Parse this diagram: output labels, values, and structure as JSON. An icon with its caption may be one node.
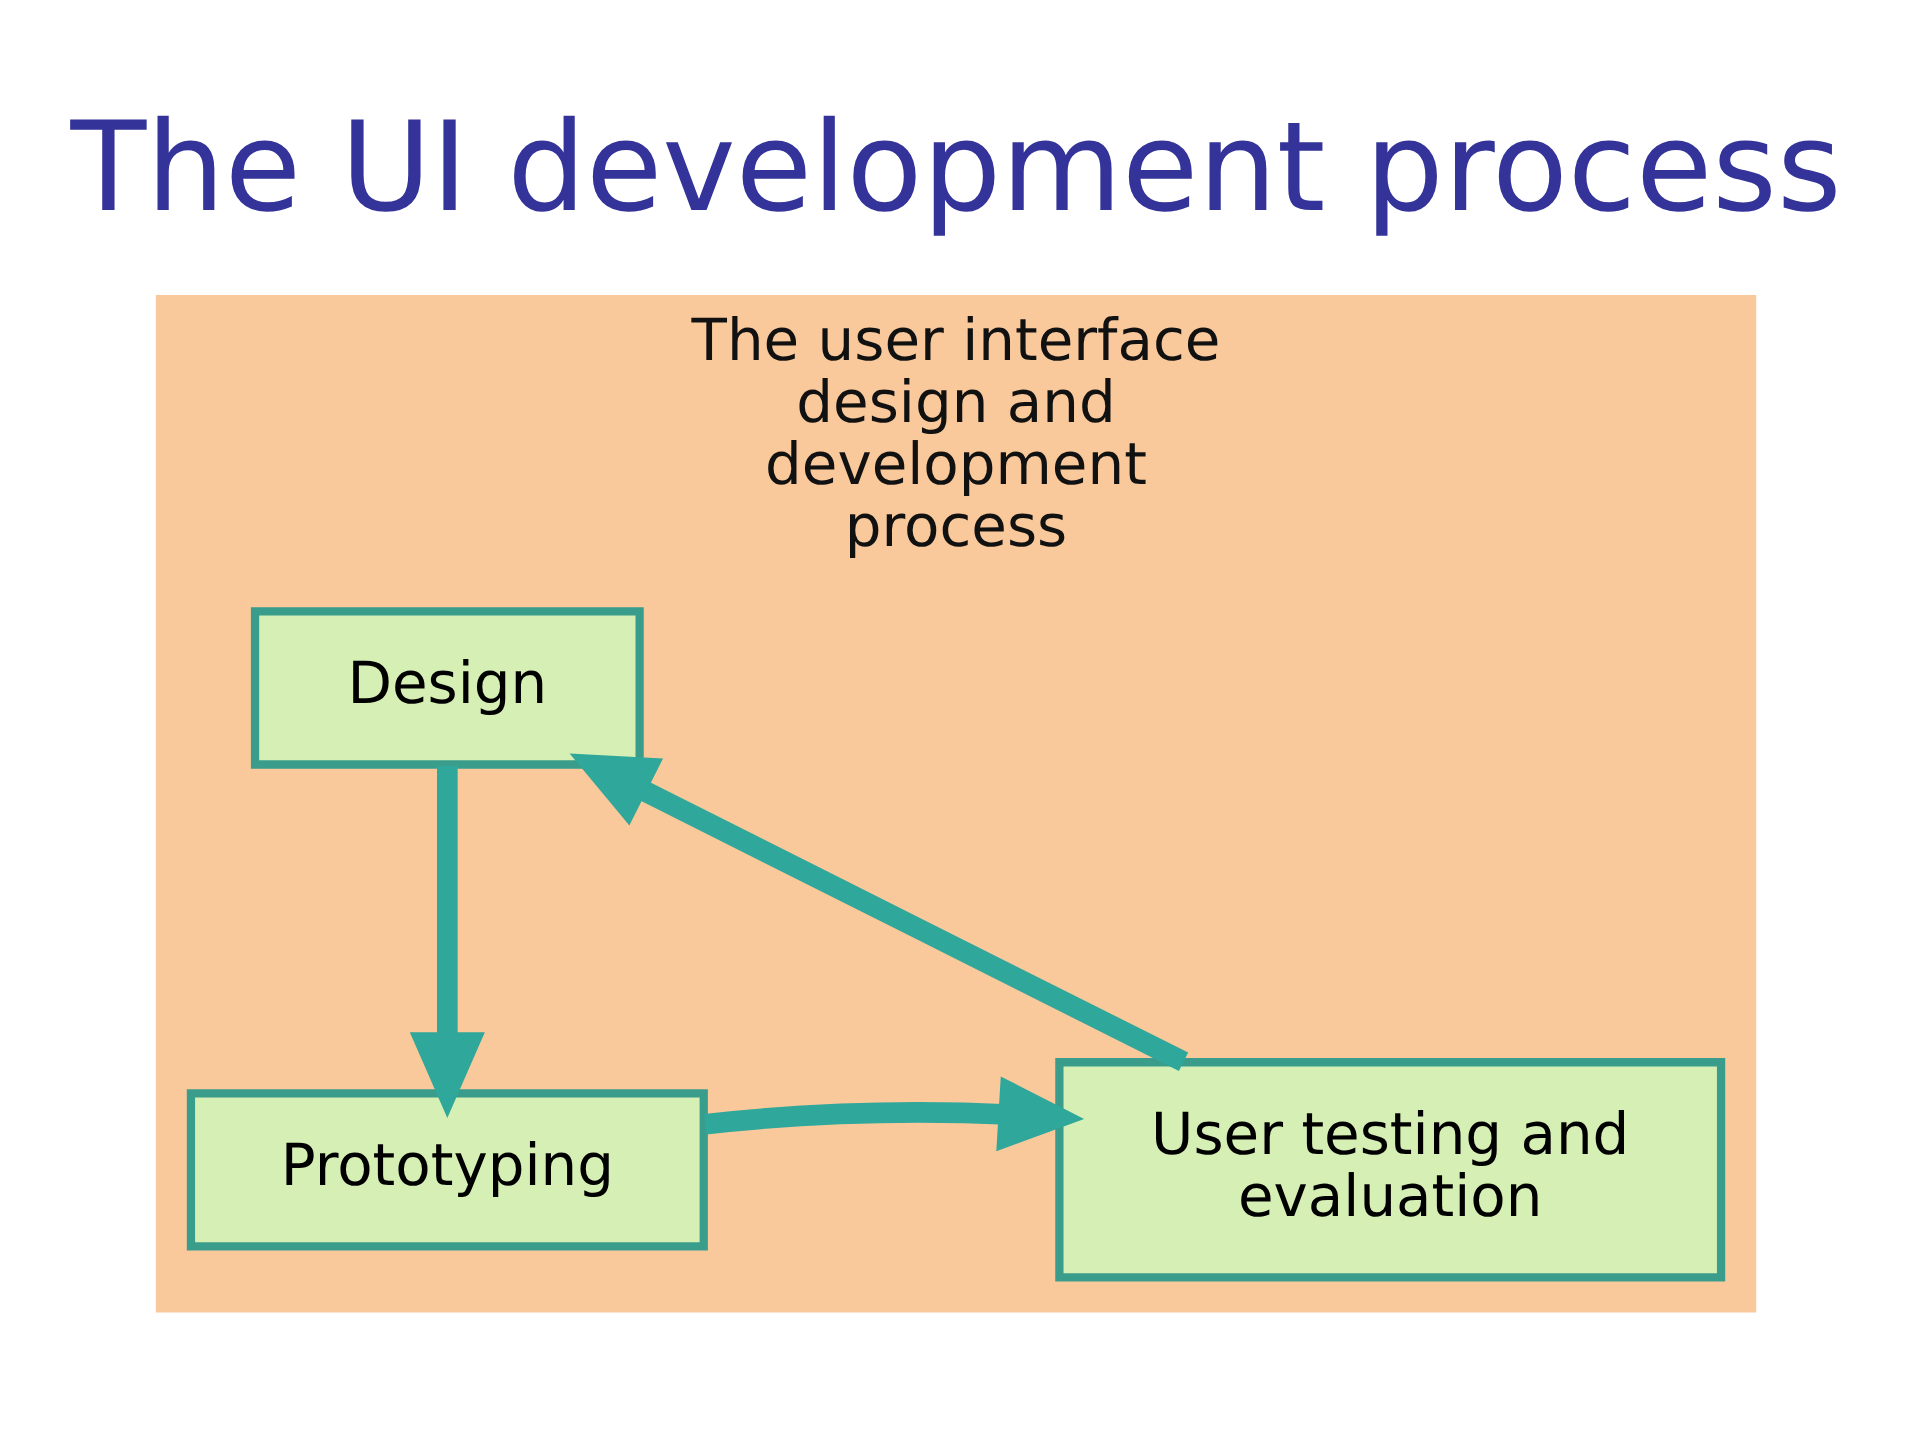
{
  "diagram": {
    "title": "The UI development process",
    "nodes": [
      {
        "text": [
          "The user interface design and development process"
        ]
      },
      {
        "text": [
          "Design"
        ],
        "in": 0
      },
      {
        "text": [
          "Prototyping"
        ],
        "in": 0
      },
      {
        "text": [
          "User testing and evaluation"
        ],
        "in": 0
      }
    ],
    "edges": [
      {
        "from": 1,
        "to": 2,
        "arrow": "to"
      },
      {
        "from": 2,
        "to": 3,
        "arrow": "to"
      },
      {
        "from": 3,
        "to": 1,
        "arrow": "to"
      }
    ]
  }
}
